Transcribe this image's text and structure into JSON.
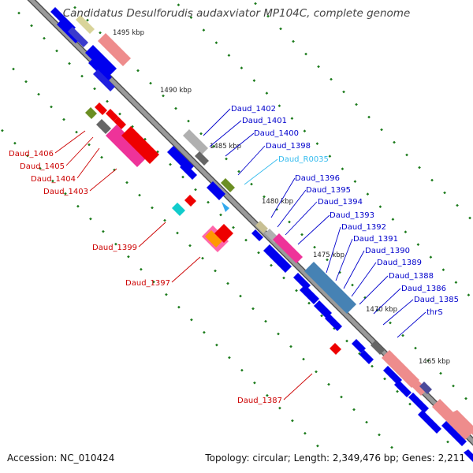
{
  "title": "Candidatus Desulforudis audaxviator MP104C, complete genome",
  "accession": "Accession: NC_010424",
  "stats": "Topology: circular; Length: 2,349,476 bp; Genes: 2,211",
  "ticks": [
    "1495 kbp",
    "1490 kbp",
    "1485 kbp",
    "1480 kbp",
    "1475 kbp",
    "1470 kbp",
    "1465 kbp"
  ],
  "colors": {
    "backbone": "#8a8a8a",
    "cds_blue": "#0000ee",
    "red_label": "#cc0000",
    "blue_label": "#0000cc",
    "rna_label": "#33bbee",
    "tick_green": "#1a7a1a"
  },
  "labels_left": [
    "Daud_1406",
    "Daud_1405",
    "Daud_1404",
    "Daud_1403",
    "Daud_1399",
    "Daud_1397",
    "Daud_1387"
  ],
  "labels_right": [
    "Daud_1402",
    "Daud_1401",
    "Daud_1400",
    "Daud_1398",
    "Daud_R0035",
    "Daud_1396",
    "Daud_1395",
    "Daud_1394",
    "Daud_1393",
    "Daud_1392",
    "Daud_1391",
    "Daud_1390",
    "Daud_1389",
    "Daud_1388",
    "Daud_1386",
    "Daud_1385",
    "thrS"
  ]
}
